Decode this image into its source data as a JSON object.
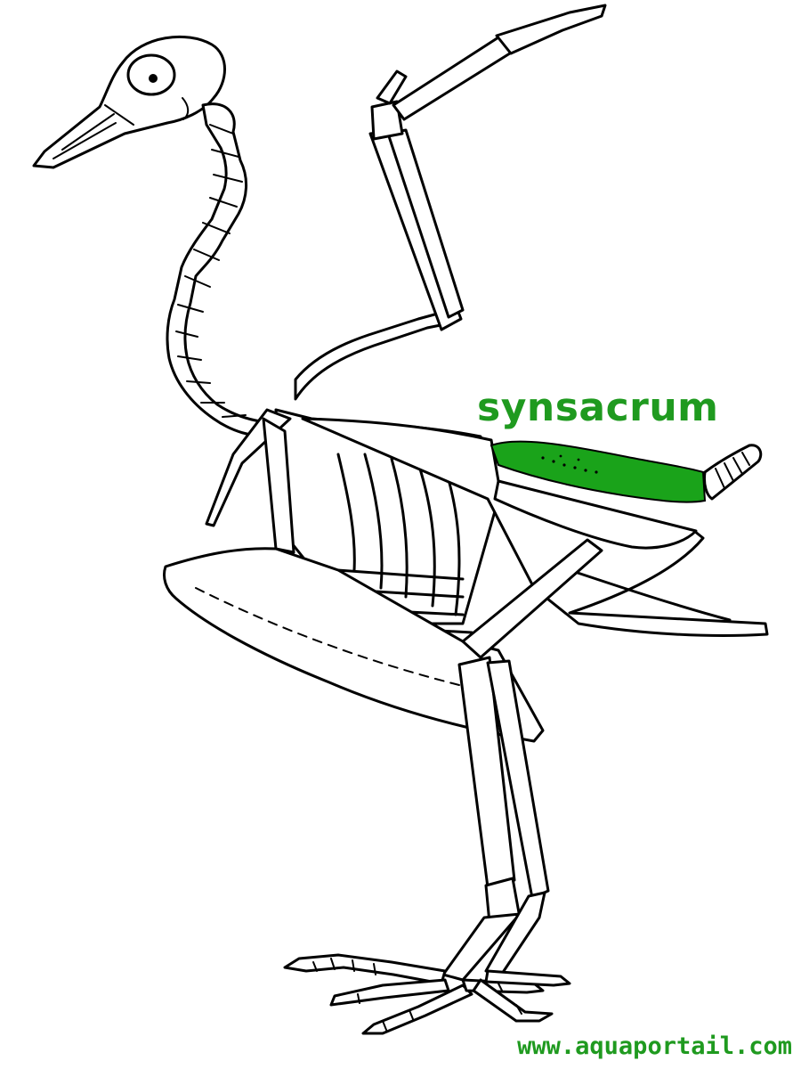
{
  "label": {
    "text": "synsacrum"
  },
  "watermark": {
    "text": "www.aquaportail.com"
  },
  "colors": {
    "highlight": "#1aa31a",
    "highlight_text": "#1f9a1f",
    "outline": "#000000",
    "background": "#ffffff"
  },
  "figure": {
    "subject": "bird-skeleton",
    "highlighted_bone": "synsacrum"
  }
}
